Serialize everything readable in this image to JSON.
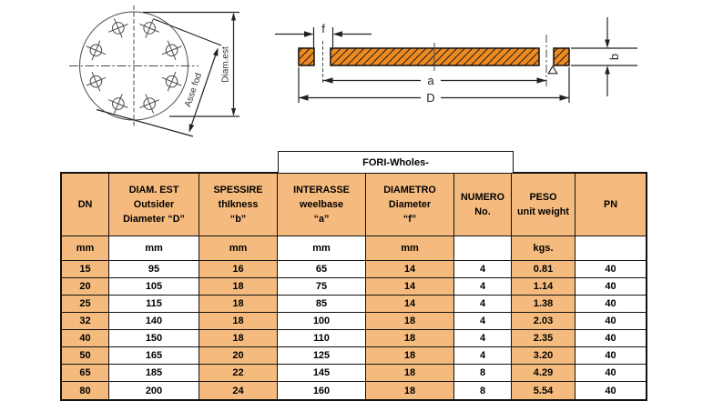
{
  "colors": {
    "table_accent": "#f5bb7e",
    "section_fill": "#ee8a1e",
    "drawing_line": "#4a4a4a"
  },
  "front_view": {
    "outer_dia_label": "Diam.est",
    "bolt_axis_label": "Asse fod"
  },
  "section_view": {
    "f": "f",
    "a": "a",
    "D": "D",
    "b": "b"
  },
  "table": {
    "group_header": "FORI-Wholes-",
    "columns": [
      {
        "l1": "DN",
        "l2": "",
        "l3": ""
      },
      {
        "l1": "DIAM. EST",
        "l2": "Outsider",
        "l3": "Diameter  “D”"
      },
      {
        "l1": "SPESSIRE",
        "l2": "thIkness",
        "l3": "“b”"
      },
      {
        "l1": "INTERASSE",
        "l2": "weelbase",
        "l3": "“a”"
      },
      {
        "l1": "DIAMETRO",
        "l2": "Diameter",
        "l3": "“f”"
      },
      {
        "l1": "NUMERO",
        "l2": "No.",
        "l3": ""
      },
      {
        "l1": "PESO",
        "l2": "unit weight",
        "l3": ""
      },
      {
        "l1": "PN",
        "l2": "",
        "l3": ""
      }
    ],
    "units": [
      "mm",
      "mm",
      "mm",
      "mm",
      "mm",
      "",
      "kgs.",
      ""
    ],
    "shaded_columns": [
      0,
      2,
      4,
      6
    ],
    "rows": [
      [
        "15",
        "95",
        "16",
        "65",
        "14",
        "4",
        "0.81",
        "40"
      ],
      [
        "20",
        "105",
        "18",
        "75",
        "14",
        "4",
        "1.14",
        "40"
      ],
      [
        "25",
        "115",
        "18",
        "85",
        "14",
        "4",
        "1.38",
        "40"
      ],
      [
        "32",
        "140",
        "18",
        "100",
        "18",
        "4",
        "2.03",
        "40"
      ],
      [
        "40",
        "150",
        "18",
        "110",
        "18",
        "4",
        "2.35",
        "40"
      ],
      [
        "50",
        "165",
        "20",
        "125",
        "18",
        "4",
        "3.20",
        "40"
      ],
      [
        "65",
        "185",
        "22",
        "145",
        "18",
        "8",
        "4.29",
        "40"
      ],
      [
        "80",
        "200",
        "24",
        "160",
        "18",
        "8",
        "5.54",
        "40"
      ]
    ]
  }
}
